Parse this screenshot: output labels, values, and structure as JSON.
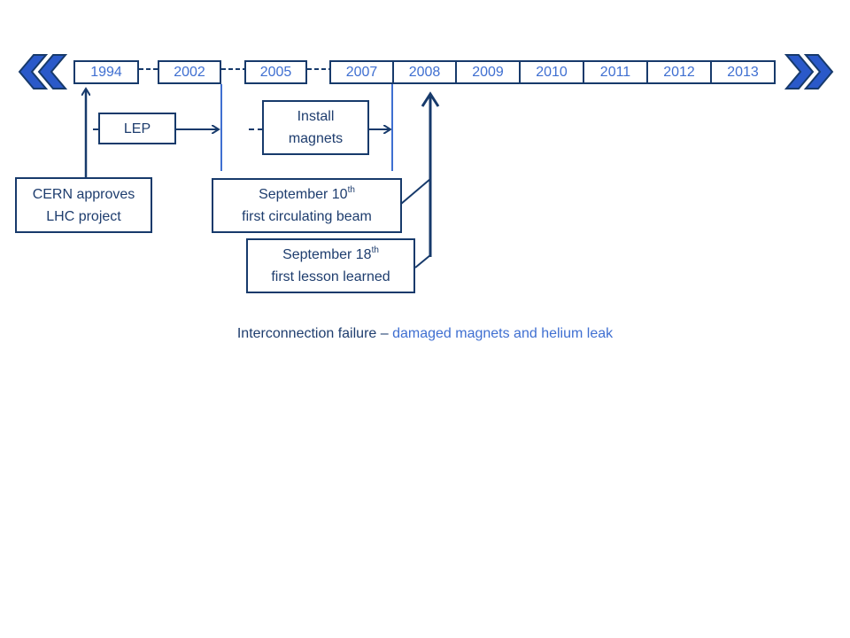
{
  "timeline": {
    "years": [
      "1994",
      "2002",
      "2005",
      "2007",
      "2008",
      "2009",
      "2010",
      "2011",
      "2012",
      "2013"
    ]
  },
  "phases": {
    "lep": "LEP",
    "install_line1": "Install",
    "install_line2": "magnets"
  },
  "events": {
    "cern_line1": "CERN approves",
    "cern_line2": "LHC project",
    "sep10_prefix": "September 10",
    "sep10_sup": "th",
    "sep10_line2": "first circulating beam",
    "sep18_prefix": "September 18",
    "sep18_sup": "th",
    "sep18_line2": "first lesson learned"
  },
  "caption": {
    "main": "Interconnection failure – ",
    "highlight": "damaged magnets and helium leak"
  },
  "colors": {
    "dark": "#173a6b",
    "accent": "#3f6fd1",
    "arrow_fill": "#2a59c9"
  },
  "icons": {
    "prev": "double-chevron-left-icon",
    "next": "double-chevron-right-icon"
  }
}
